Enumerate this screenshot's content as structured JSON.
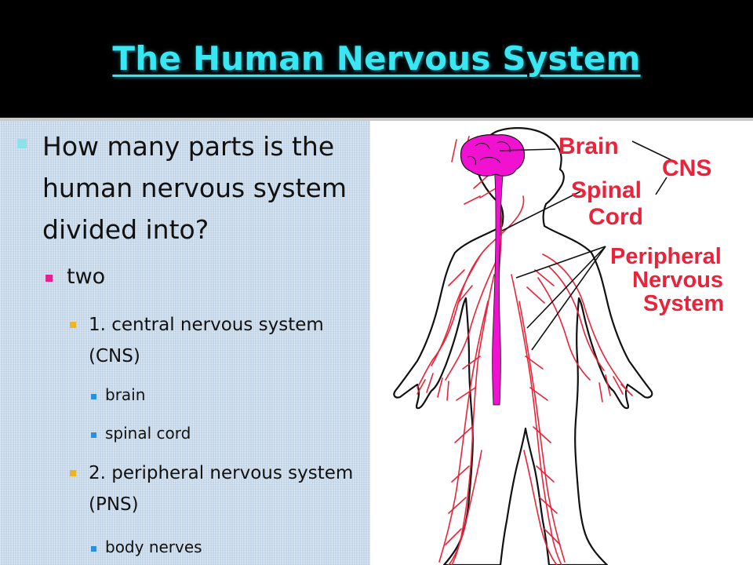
{
  "slide": {
    "title": "The Human Nervous System",
    "bullets": {
      "question": "How many parts is the human nervous system divided into?",
      "answer": "two",
      "part_1": "1. central nervous system (CNS)",
      "part_1_items": [
        "brain",
        "spinal cord"
      ],
      "part_2": "2. peripheral nervous system (PNS)",
      "part_2_items": [
        "body nerves"
      ]
    }
  },
  "diagram": {
    "labels": {
      "brain": "Brain",
      "cns": "CNS",
      "spinal_1": "Spinal",
      "spinal_2": "Cord",
      "pns_1": "Peripheral",
      "pns_2": "Nervous",
      "pns_3": "System"
    },
    "colors": {
      "brain": "#f012d0",
      "nerves": "#e8233a",
      "outline": "#111111",
      "title": "#39e7f2"
    }
  },
  "icons": [
    "square-bullet-icon"
  ]
}
